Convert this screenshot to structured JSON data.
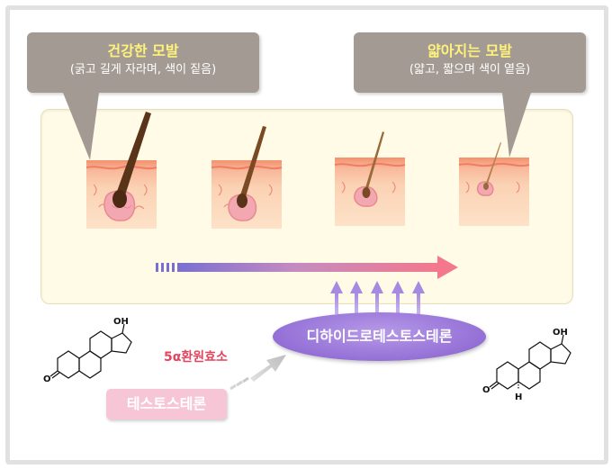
{
  "callouts": {
    "thick": {
      "title": "건강한 모발",
      "subtitle": "(굵고 길게 자라며, 색이 짙음)"
    },
    "thin": {
      "title": "얇아지는 모발",
      "subtitle": "(얇고, 짧으며 색이 옅음)"
    }
  },
  "labels": {
    "enzyme": "5α환원효소",
    "testosterone": "테스토스테론",
    "dht": "디하이드로테스토스테론"
  },
  "molecules": {
    "left": {
      "oh": "OH",
      "o": "O"
    },
    "right": {
      "oh": "OH",
      "o": "O",
      "h": "H"
    }
  },
  "colors": {
    "hair": "#5a3418",
    "skin": "#f7b48d",
    "bulb": "#f3a7b0",
    "arrow_start": "#8476d0",
    "arrow_end": "#f4788c",
    "up_arrows": "#b59fe6"
  }
}
